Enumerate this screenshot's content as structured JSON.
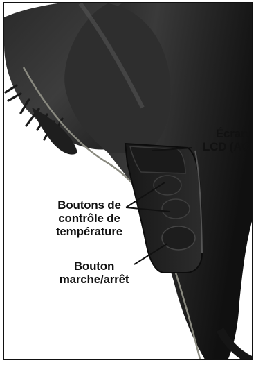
{
  "colors": {
    "body": "#2d2d2d",
    "body_dark": "#141414",
    "highlight": "#6a6a6a",
    "accent_stripe": "#8a8a80",
    "leader_line": "#111111",
    "label_text": "#111111"
  },
  "labels": {
    "lcd": {
      "line1": "Écran",
      "line2": "LCD (ACL)"
    },
    "temperature": {
      "line1": "Boutons de",
      "line2": "contrôle de",
      "line3": "température"
    },
    "power": {
      "line1": "Bouton",
      "line2": "marche/arrêt"
    }
  },
  "icons": {
    "brush": "hair-straightening-brush-icon"
  }
}
